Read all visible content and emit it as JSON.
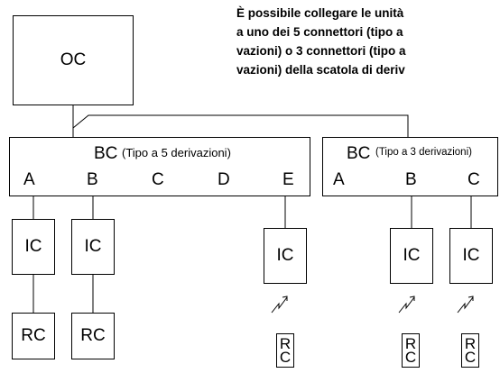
{
  "note": {
    "lines": [
      "È possibile collegare le unità",
      "a uno dei 5 connettori (tipo a",
      "vazioni) o 3 connettori (tipo a",
      "vazioni) della scatola di deriv"
    ]
  },
  "oc": {
    "label": "OC"
  },
  "bc5": {
    "label": "BC",
    "subtitle": "(Tipo a 5 derivazioni)",
    "ports": [
      "A",
      "B",
      "C",
      "D",
      "E"
    ]
  },
  "bc3": {
    "label": "BC",
    "subtitle": "(Tipo a 3 derivazioni)",
    "ports": [
      "A",
      "B",
      "C"
    ]
  },
  "ic_label": "IC",
  "rc_label": "RC",
  "rc_wireless": {
    "r": "R",
    "c": "C"
  },
  "wireless_symbol": "↗"
}
